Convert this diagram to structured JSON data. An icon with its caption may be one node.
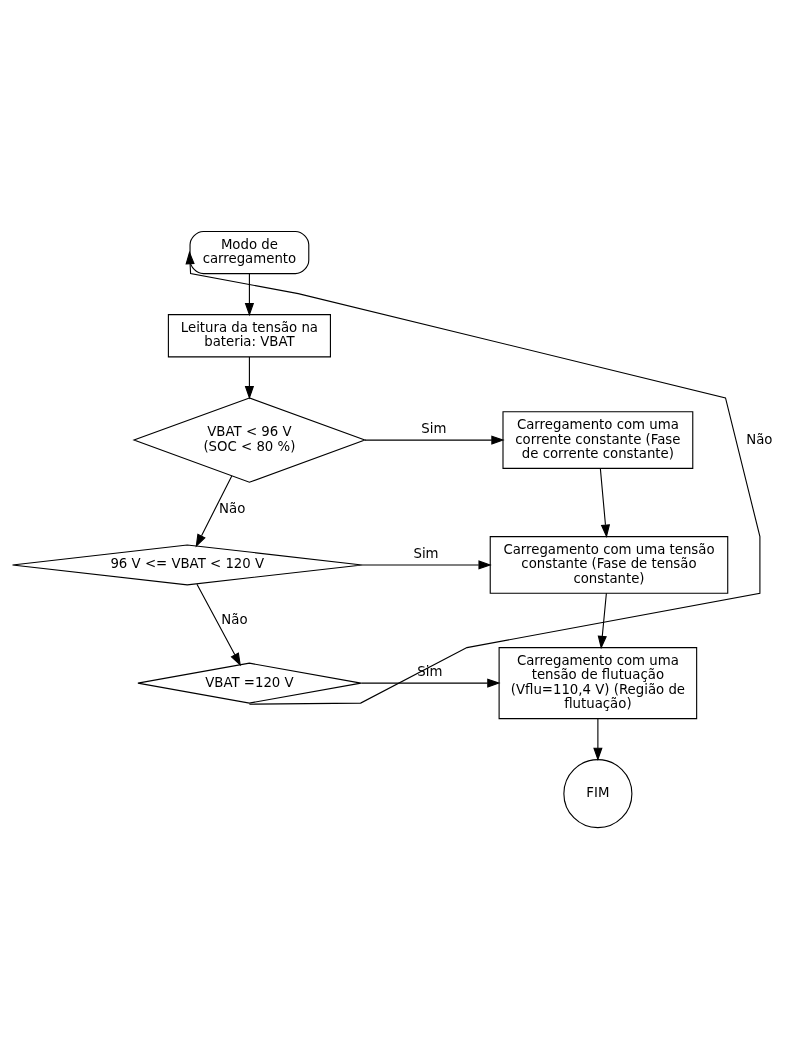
{
  "diagram": {
    "nodes": [
      {
        "text": [
          "Modo de carregamento"
        ]
      },
      {
        "text": [
          "Leitura da tensão na bateria: VBAT"
        ]
      },
      {
        "text": [
          "VBAT < 96 V (SOC < 80 %)"
        ]
      },
      {
        "text": [
          "Carregamento com uma corrente constante (Fase de corrente constante)"
        ]
      },
      {
        "text": [
          "96 V <= VBAT < 120 V"
        ]
      },
      {
        "text": [
          "Carregamento com uma tensão constante (Fase de tensão constante)"
        ]
      },
      {
        "text": [
          "VBAT =120 V"
        ]
      },
      {
        "text": [
          "Carregamento com uma tensão de flutuação (Vflu=110,4 V) (Região de flutuação)"
        ]
      },
      {
        "text": [
          "FIM"
        ]
      }
    ],
    "edges": [
      {
        "from": 0,
        "to": 1,
        "arrow": "to"
      },
      {
        "from": 1,
        "to": 2,
        "arrow": "to"
      },
      {
        "from": 2,
        "to": 3,
        "arrow": "to",
        "label": "Sim"
      },
      {
        "from": 2,
        "to": 4,
        "arrow": "to",
        "label": "Não"
      },
      {
        "from": 3,
        "to": 5,
        "arrow": "to"
      },
      {
        "from": 4,
        "to": 5,
        "arrow": "to",
        "label": "Sim"
      },
      {
        "from": 4,
        "to": 6,
        "arrow": "to",
        "label": "Não"
      },
      {
        "from": 5,
        "to": 7,
        "arrow": "to"
      },
      {
        "from": 6,
        "to": 7,
        "arrow": "to",
        "label": "Sim"
      },
      {
        "from": 6,
        "to": 0,
        "arrow": "to",
        "label": "Não"
      },
      {
        "from": 7,
        "to": 8,
        "arrow": "to"
      }
    ]
  }
}
